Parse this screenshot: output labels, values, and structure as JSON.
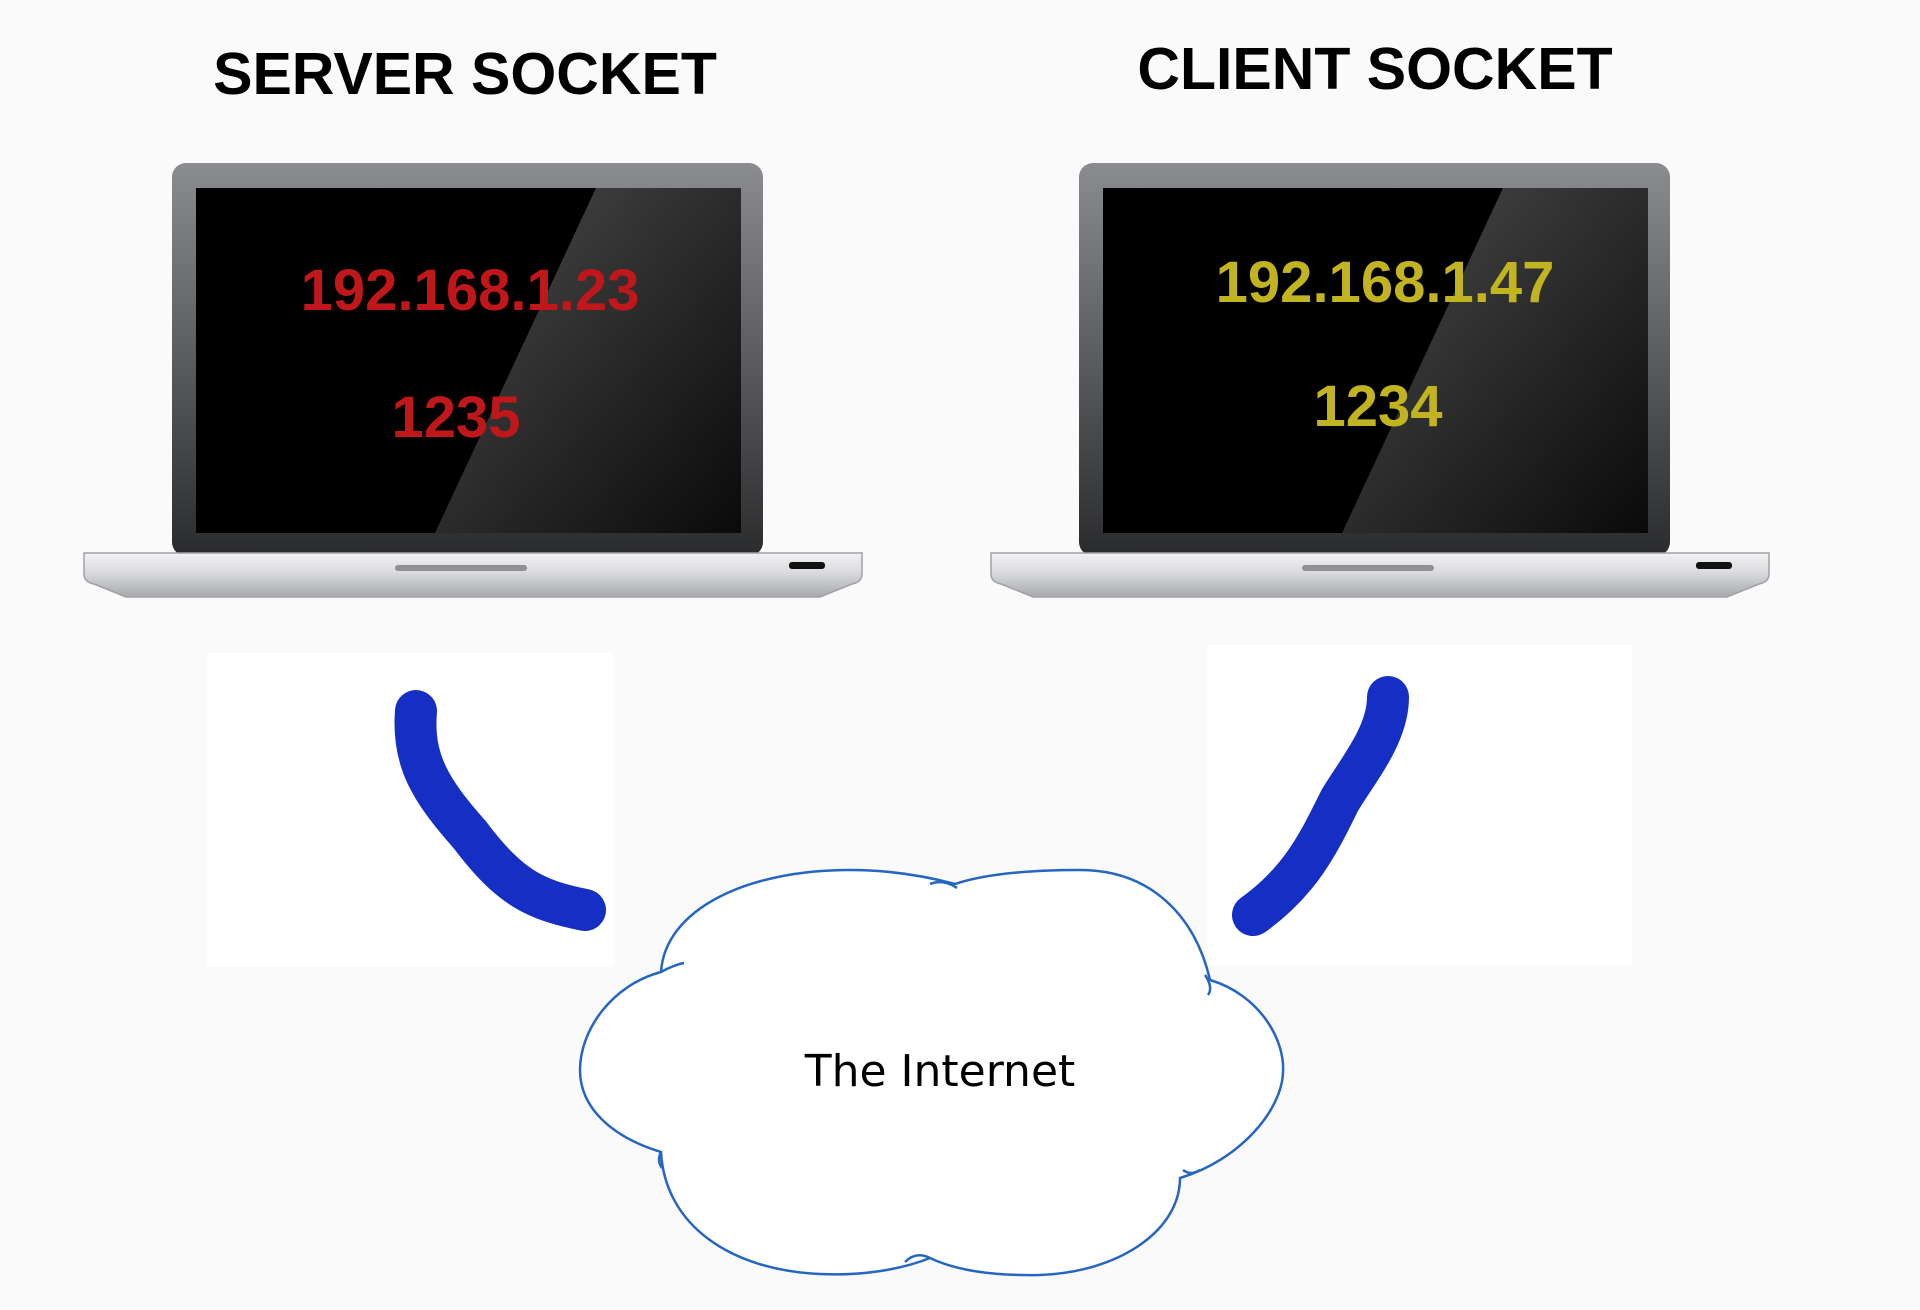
{
  "server": {
    "title": "SERVER SOCKET",
    "ip": "192.168.1.23",
    "port": "1235",
    "text_color": "#c0171b"
  },
  "client": {
    "title": "CLIENT SOCKET",
    "ip": "192.168.1.47",
    "port": "1234",
    "text_color": "#c2b320"
  },
  "network": {
    "label": "The Internet",
    "outline_color": "#2566c2"
  },
  "links": {
    "color": "#152fc4"
  },
  "icons": {
    "laptop": "laptop-icon",
    "cloud": "cloud-icon"
  }
}
